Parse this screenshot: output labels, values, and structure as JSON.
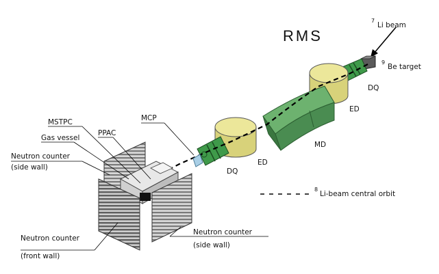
{
  "title": "RMS",
  "labels": {
    "beam_mass": "7",
    "beam": "Li beam",
    "target_mass": "9",
    "target": "Be target",
    "dq_upper": "DQ",
    "ed_upper": "ED",
    "md": "MD",
    "ed_lower": "ED",
    "dq_lower": "DQ",
    "mcp": "MCP",
    "ppac": "PPAC",
    "mstpc": "MSTPC",
    "gas_vessel": "Gas vessel",
    "neutron_side_left_1": "Neutron counter",
    "neutron_side_left_2": "(side wall)",
    "neutron_front_1": "Neutron counter",
    "neutron_front_2": "(front wall)",
    "neutron_side_right_1": "Neutron counter",
    "neutron_side_right_2": "(side wall)"
  },
  "legend": {
    "mass": "8",
    "text": "Li-beam central orbit"
  },
  "colors": {
    "quad_green": "#3f9a4a",
    "dipole_green": "#5fa865",
    "dipole_dark": "#3d7f45",
    "ed_yellow": "#e6e08a",
    "ed_dark": "#b9b25c",
    "target_gray": "#555555",
    "counter_gray": "#9a9a9a",
    "mcp_blue": "#a9cfe6"
  }
}
